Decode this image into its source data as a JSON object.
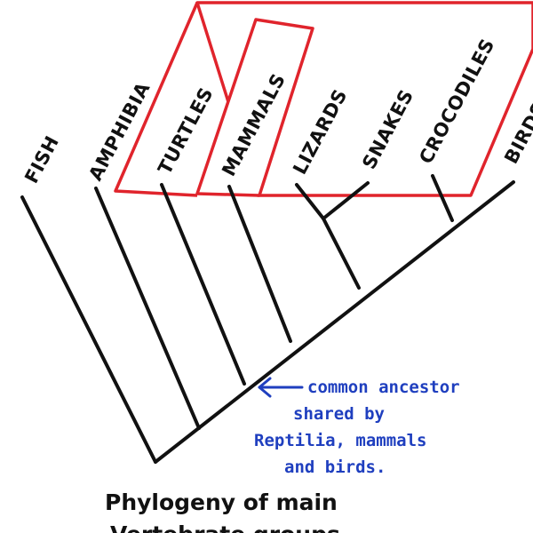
{
  "colors": {
    "ink": "#111111",
    "highlight": "#e0242c",
    "annotation": "#1f3fbf"
  },
  "taxa": [
    {
      "id": "fish",
      "label": "FISH"
    },
    {
      "id": "amphibia",
      "label": "AMPHIBIA"
    },
    {
      "id": "turtles",
      "label": "TURTLES"
    },
    {
      "id": "mammals",
      "label": "MAMMALS"
    },
    {
      "id": "lizards",
      "label": "LIZARDS"
    },
    {
      "id": "snakes",
      "label": "SNAKES"
    },
    {
      "id": "crocodiles",
      "label": "CROCODILES"
    },
    {
      "id": "birds",
      "label": "BIRDS"
    }
  ],
  "annotation": {
    "lines": [
      "common ancestor",
      "shared by",
      "Reptilia, mammals",
      "and birds."
    ]
  },
  "caption": {
    "lines": [
      "Phylogeny of main",
      "Vertebrate groups"
    ]
  }
}
